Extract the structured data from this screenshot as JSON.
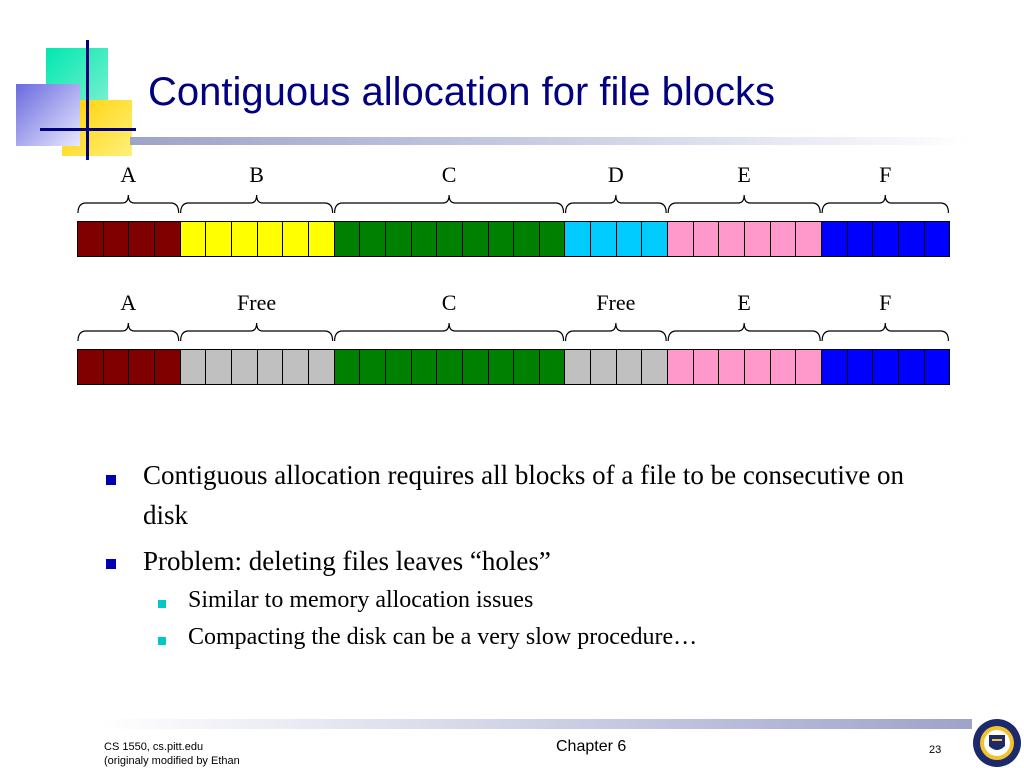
{
  "title": "Contiguous allocation for file blocks",
  "diagram": {
    "rows": [
      {
        "segments": [
          {
            "label": "A",
            "color": "#800000",
            "blocks": 4
          },
          {
            "label": "B",
            "color": "#ffff00",
            "blocks": 6
          },
          {
            "label": "C",
            "color": "#008000",
            "blocks": 9
          },
          {
            "label": "D",
            "color": "#00ccff",
            "blocks": 4
          },
          {
            "label": "E",
            "color": "#ff99cc",
            "blocks": 6
          },
          {
            "label": "F",
            "color": "#0000ff",
            "blocks": 5
          }
        ]
      },
      {
        "segments": [
          {
            "label": "A",
            "color": "#800000",
            "blocks": 4
          },
          {
            "label": "Free",
            "color": "#c0c0c0",
            "blocks": 6
          },
          {
            "label": "C",
            "color": "#008000",
            "blocks": 9
          },
          {
            "label": "Free",
            "color": "#c0c0c0",
            "blocks": 4
          },
          {
            "label": "E",
            "color": "#ff99cc",
            "blocks": 6
          },
          {
            "label": "F",
            "color": "#0000ff",
            "blocks": 5
          }
        ]
      }
    ]
  },
  "bullets": [
    {
      "text": "Contiguous allocation requires all blocks of a file to be consecutive on disk",
      "sub": []
    },
    {
      "text": "Problem: deleting files leaves “holes”",
      "sub": [
        "Similar to memory allocation issues",
        "Compacting the disk can be a very slow procedure…"
      ]
    }
  ],
  "footer": {
    "left_line1": "CS 1550, cs.pitt.edu",
    "left_line2": "(originaly modified by Ethan",
    "center": "Chapter 6",
    "page": "23"
  },
  "colors": {
    "title": "#000080",
    "bullet_marker": "#0000b0",
    "sub_bullet_marker": "#00c8c8"
  }
}
